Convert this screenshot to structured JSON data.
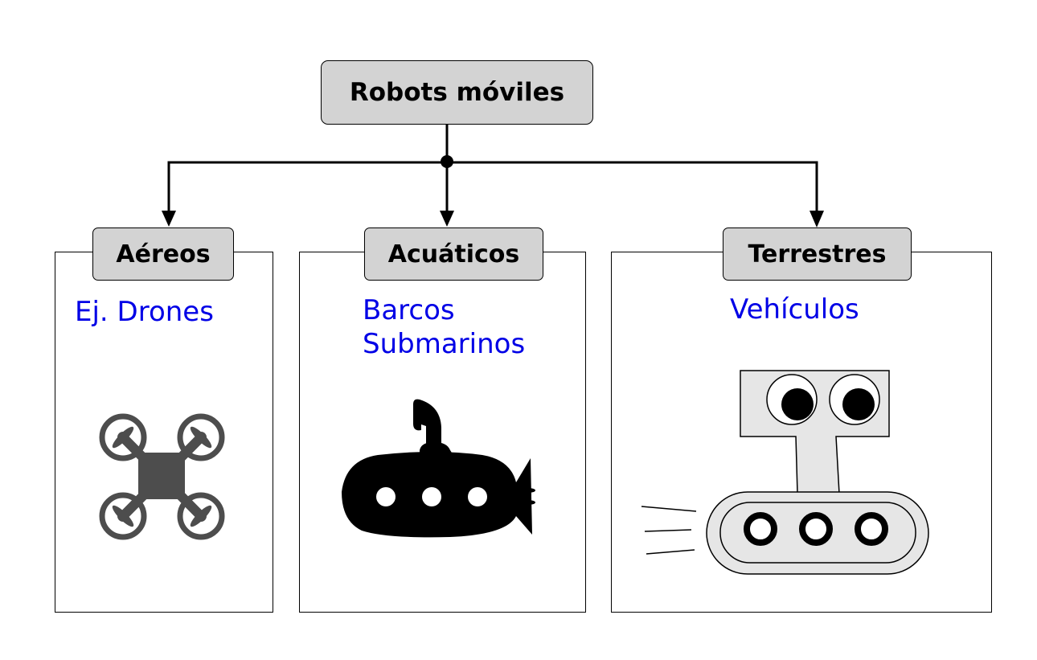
{
  "root": {
    "label": "Robots móviles"
  },
  "categories": [
    {
      "id": "aereos",
      "label": "Aéreos",
      "examples": [
        "Ej. Drones"
      ],
      "icon": "drone-icon"
    },
    {
      "id": "acuaticos",
      "label": "Acuáticos",
      "examples": [
        "Barcos",
        "Submarinos"
      ],
      "icon": "submarine-icon"
    },
    {
      "id": "terrestres",
      "label": "Terrestres",
      "examples": [
        "Vehículos"
      ],
      "icon": "rover-robot-icon"
    }
  ],
  "colors": {
    "box_fill": "#d3d3d3",
    "example_text": "#0000e6",
    "icon_gray": "#4d4d4d",
    "robot_fill": "#e6e6e6"
  }
}
